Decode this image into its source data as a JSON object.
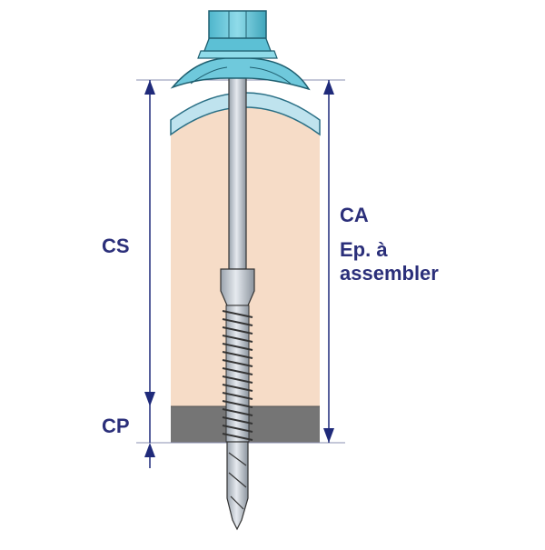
{
  "labels": {
    "cs": "CS",
    "cp": "CP",
    "ca": "CA",
    "ep_line1": "Ep. à",
    "ep_line2": "assembler"
  },
  "colors": {
    "label": "#2b2f7a",
    "dimension": "#1f2a7a",
    "insulation": "#f6dcc7",
    "support": "#757575",
    "sheet": "#bfe3ee",
    "washer": "#6fc9dc",
    "screw": "#c6cdd6",
    "outline": "#222222"
  }
}
